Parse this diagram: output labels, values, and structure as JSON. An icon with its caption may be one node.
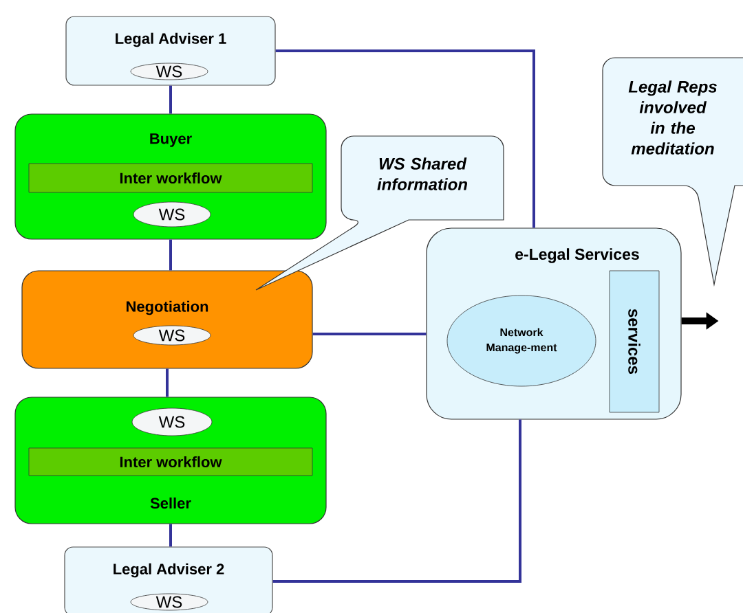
{
  "diagram": {
    "nodes": [
      {
        "text": [
          "Legal Adviser 1"
        ]
      },
      {
        "text": [
          "WS"
        ],
        "in": 0
      },
      {
        "text": [
          "Buyer"
        ]
      },
      {
        "text": [
          "Inter workflow"
        ],
        "in": 2
      },
      {
        "text": [
          "WS"
        ],
        "in": 2
      },
      {
        "text": [
          "Negotiation"
        ]
      },
      {
        "text": [
          "WS"
        ],
        "in": 5
      },
      {
        "text": [
          "Seller"
        ]
      },
      {
        "text": [
          "WS"
        ],
        "in": 7
      },
      {
        "text": [
          "Inter workflow"
        ],
        "in": 7
      },
      {
        "text": [
          "Legal Adviser 2"
        ]
      },
      {
        "text": [
          "WS"
        ],
        "in": 10
      },
      {
        "text": [
          "WS Shared information"
        ]
      },
      {
        "text": [
          "e-Legal Services"
        ]
      },
      {
        "text": [
          "Network Manage-ment"
        ],
        "in": 13
      },
      {
        "text": [
          "services"
        ],
        "in": 13
      },
      {
        "text": [
          "Legal Reps involved in the meditation"
        ]
      }
    ],
    "edges": [
      {
        "from": 0,
        "to": 2,
        "arrow": "none",
        "color": "#333399"
      },
      {
        "from": 2,
        "to": 5,
        "arrow": "none",
        "color": "#333399"
      },
      {
        "from": 5,
        "to": 7,
        "arrow": "none",
        "color": "#333399"
      },
      {
        "from": 7,
        "to": 10,
        "arrow": "none",
        "color": "#333399"
      },
      {
        "from": 0,
        "to": 13,
        "arrow": "none",
        "color": "#333399"
      },
      {
        "from": 5,
        "to": 13,
        "arrow": "none",
        "color": "#333399"
      },
      {
        "from": 10,
        "to": 13,
        "arrow": "none",
        "color": "#333399"
      },
      {
        "from": 13,
        "to": null,
        "arrow": "to",
        "style": "thick",
        "color": "#000000"
      }
    ]
  }
}
